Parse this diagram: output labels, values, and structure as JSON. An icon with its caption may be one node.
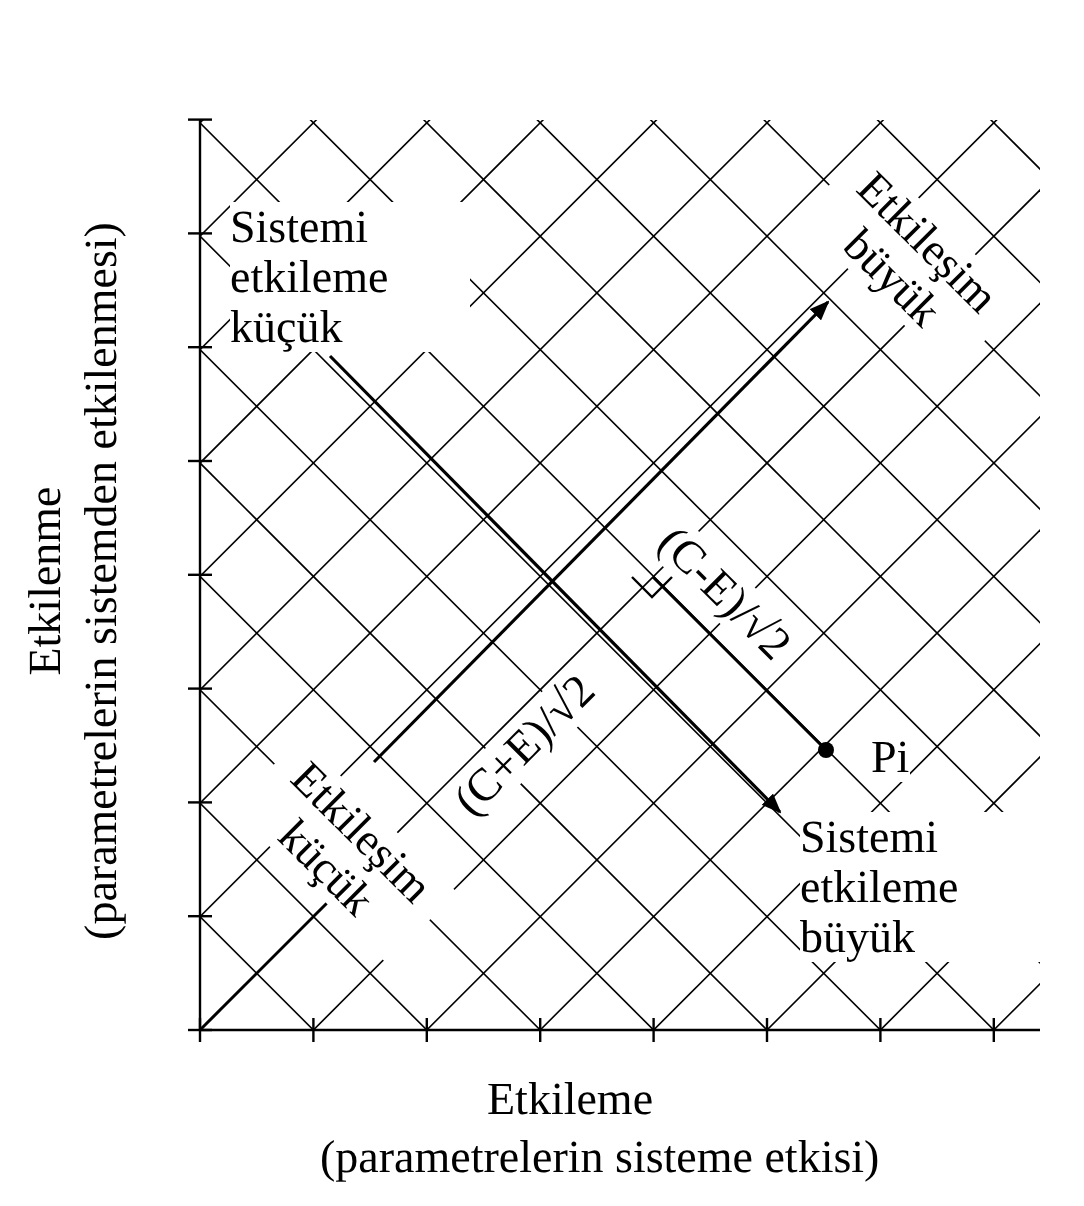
{
  "diagram": {
    "nodes": [
      {
        "text": [
          "Sistemi etkileme küçük"
        ]
      },
      {
        "text": [
          "Etkileşim büyük"
        ]
      },
      {
        "text": [
          "Etkileşim küçük"
        ]
      },
      {
        "text": [
          "Sistemi etkileme büyük"
        ]
      }
    ],
    "edges": [
      {
        "from": 0,
        "to": 3,
        "arrow": "to"
      },
      {
        "from": 2,
        "to": 1,
        "arrow": "to"
      }
    ],
    "labels": [
      "(C-E)/√2",
      "(C+E)/√2",
      "Pi",
      "Etkileme",
      "(parametrelerin sisteme etkisi)",
      "Etkilenme",
      "(parametrelerin sistemden etkilenmesi)"
    ]
  }
}
